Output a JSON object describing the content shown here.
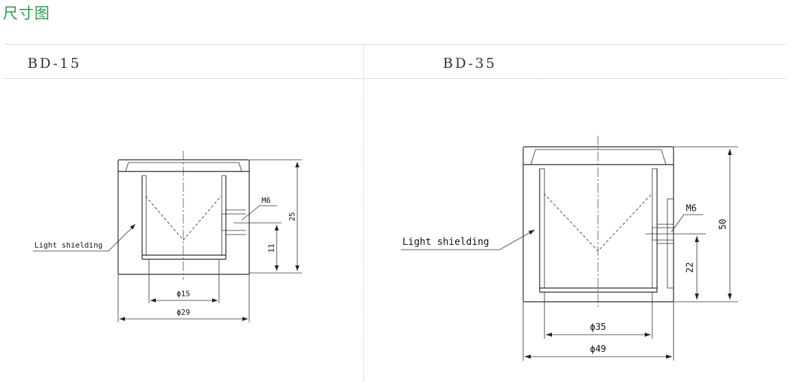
{
  "header": {
    "title": "尺寸图"
  },
  "panels": [
    {
      "model": "BD-15",
      "callout": "Light shielding",
      "thread": "M6",
      "dims": {
        "inner_diameter": "ϕ15",
        "outer_diameter": "ϕ29",
        "height": "25",
        "thread_height": "11"
      }
    },
    {
      "model": "BD-35",
      "callout": "Light shielding",
      "thread": "M6",
      "dims": {
        "inner_diameter": "ϕ35",
        "outer_diameter": "ϕ49",
        "height": "50",
        "thread_height": "22"
      }
    }
  ]
}
